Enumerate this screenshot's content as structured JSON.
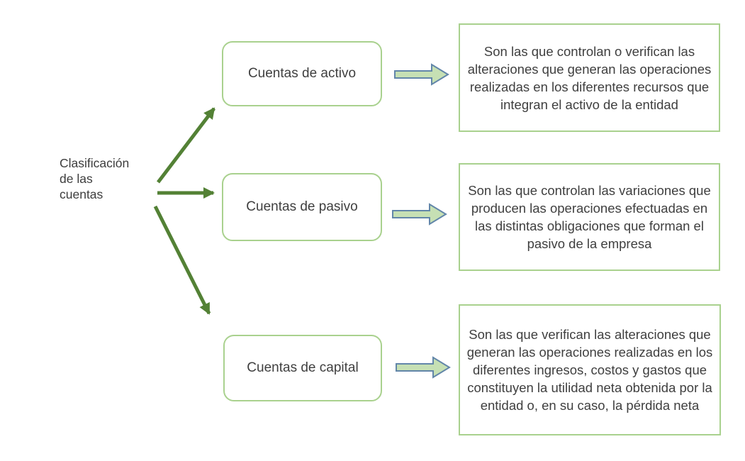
{
  "diagram": {
    "root": {
      "label": "Clasificación\nde las\ncuentas"
    },
    "rows": [
      {
        "node": "Cuentas de activo",
        "description": "Son las que controlan o verifican las alteraciones que generan las operaciones realizadas en los diferentes recursos que integran el activo de la entidad"
      },
      {
        "node": "Cuentas de pasivo",
        "description": "Son las que controlan las variaciones que producen las operaciones efectuadas en las distintas obligaciones que forman el pasivo de la empresa"
      },
      {
        "node": "Cuentas de capital",
        "description": "Son las que verifican las alteraciones que generan las operaciones realizadas en los diferentes ingresos, costos y gastos que constituyen la utilidad neta obtenida por la entidad o, en su caso, la pérdida neta"
      }
    ],
    "colors": {
      "connector_green": "#538135",
      "node_border_green": "#a9d18e",
      "block_arrow_fill": "#c6e0b4",
      "block_arrow_border": "#6286a9",
      "text": "#3f3f3f"
    }
  }
}
